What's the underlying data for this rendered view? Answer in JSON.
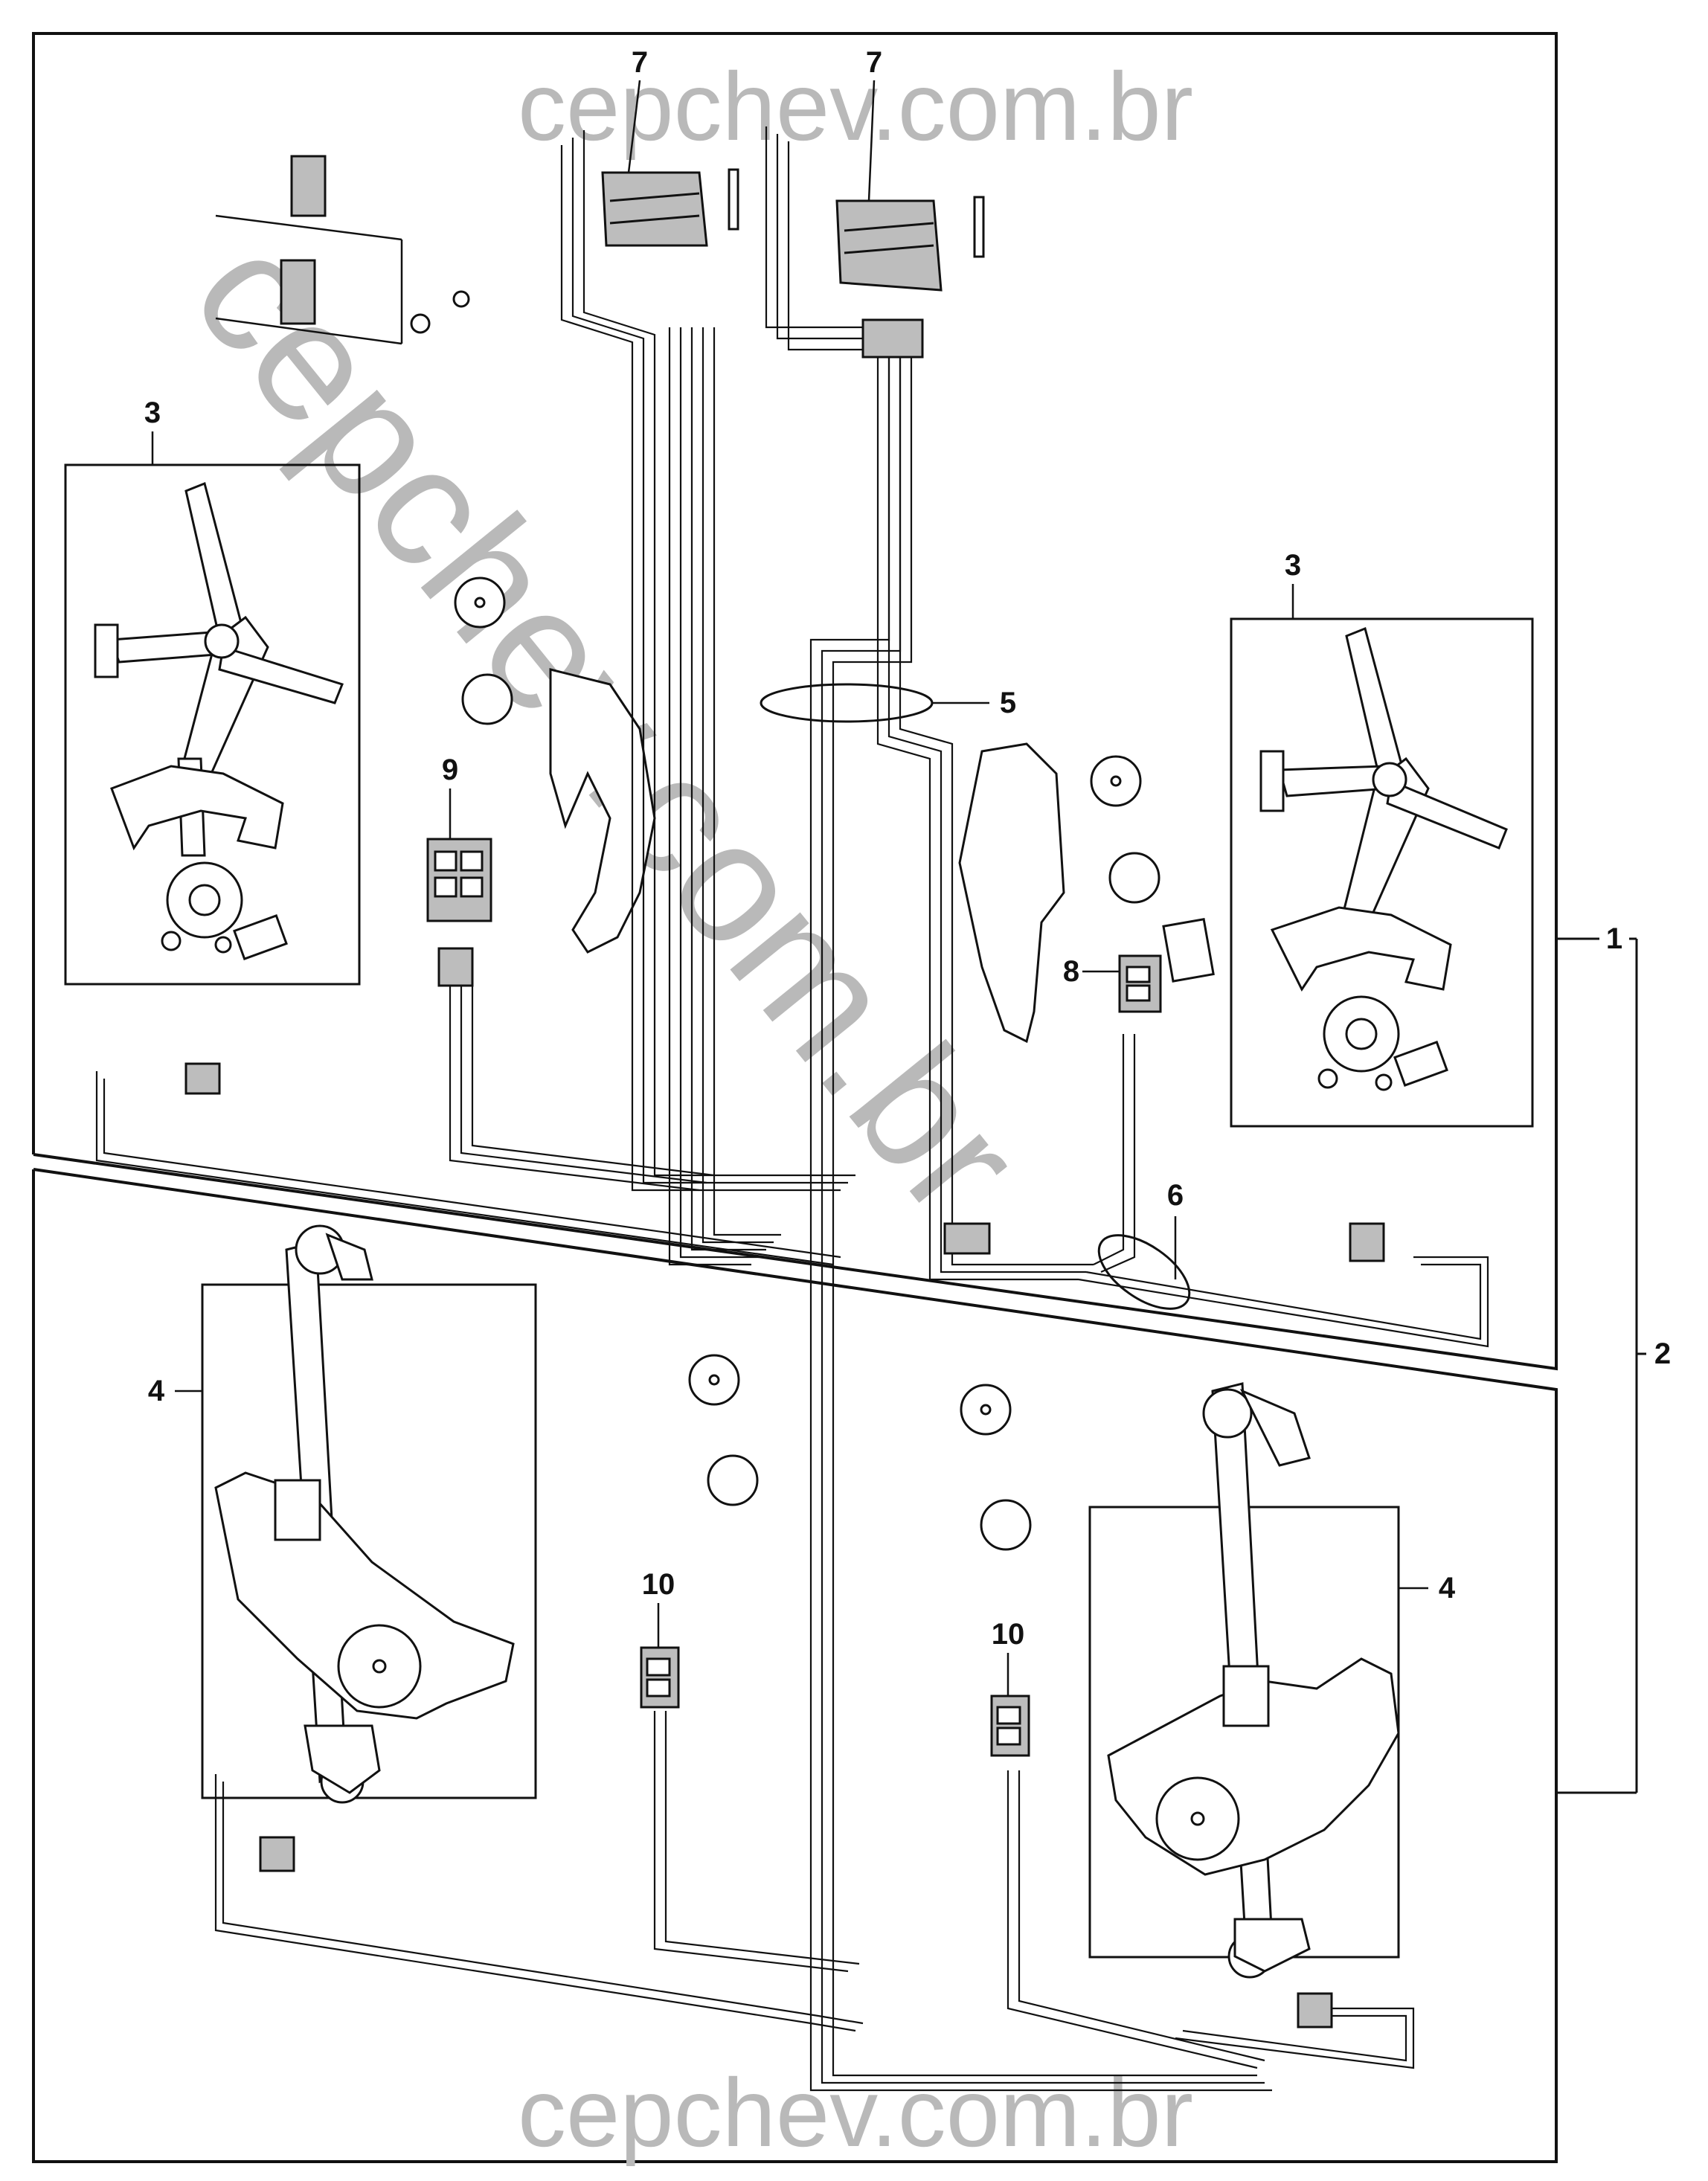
{
  "watermark": {
    "top": "cepchev.com.br",
    "bottom": "cepchev.com.br",
    "diagonal": "cepchev.com.br"
  },
  "callouts": {
    "c1": "1",
    "c2": "2",
    "c3_left": "3",
    "c3_right": "3",
    "c4_left": "4",
    "c4_right": "4",
    "c5": "5",
    "c6": "6",
    "c7_left": "7",
    "c7_right": "7",
    "c8": "8",
    "c9": "9",
    "c10_left": "10",
    "c10_right": "10"
  }
}
